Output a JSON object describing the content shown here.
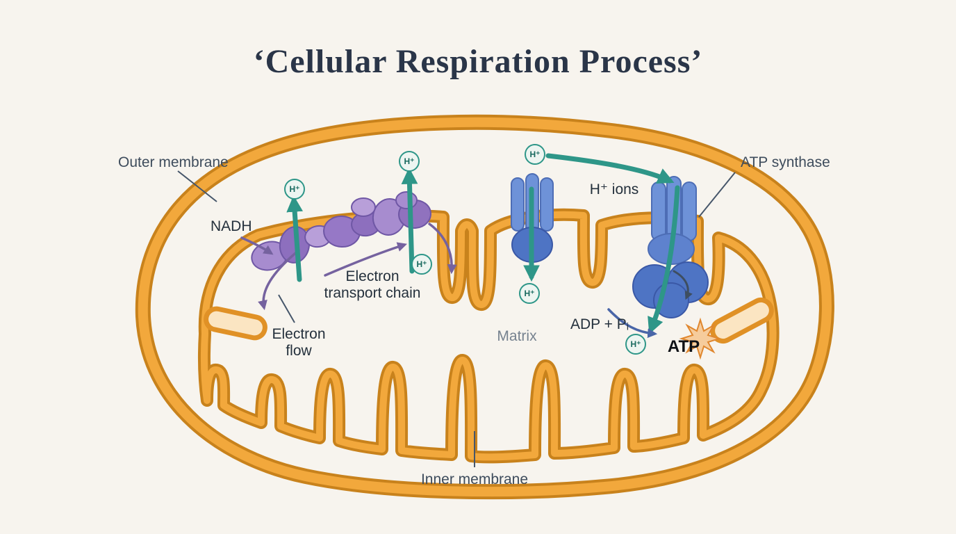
{
  "title": "‘Cellular Respiration Process’",
  "labels": {
    "outer_membrane": "Outer membrane",
    "nadh": "NADH",
    "electron_transport_chain_line1": "Electron",
    "electron_transport_chain_line2": "transport chain",
    "electron_flow_line1": "Electron",
    "electron_flow_line2": "flow",
    "matrix": "Matrix",
    "inner_membrane": "Inner membrane",
    "atp_synthase": "ATP synthase",
    "h_ions": "H⁺ ions",
    "adp_pi": "ADP + Pᵢ",
    "atp": "ATP",
    "h_plus_marker": "H⁺"
  },
  "colors": {
    "background": "#F7F4EE",
    "title_color": "#2A3548",
    "outer_membrane_fill": "#FBE5C2",
    "membrane_stroke_dark": "#C8821C",
    "membrane_stroke_light": "#F2A83C",
    "matrix_fill": "#CDE7DA",
    "etc_purple": "#9678C6",
    "complex_blue": "#6E92D8",
    "complex_blue_dark": "#4E74C4",
    "arrow_teal": "#2E9688",
    "arrow_purple": "#75629F",
    "arrow_blue": "#4A66A8",
    "label_color": "#3E4C5C",
    "hplus_circle_fill": "#EDF5F1"
  }
}
